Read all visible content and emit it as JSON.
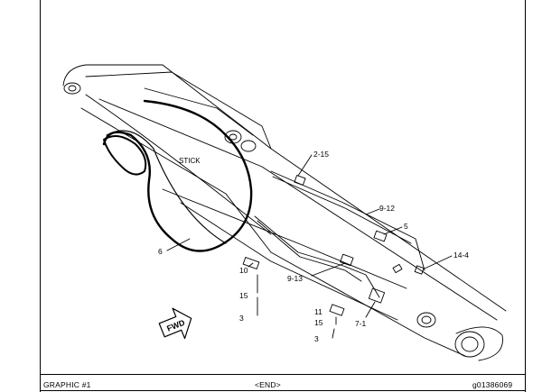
{
  "diagram": {
    "part_label": "STICK",
    "direction_label": "FWD",
    "callouts": [
      "2-15",
      "9-12",
      "5",
      "14-4",
      "6",
      "10",
      "15",
      "3",
      "9-13",
      "11",
      "15",
      "3",
      "7-1"
    ]
  },
  "footer": {
    "left": "GRAPHIC #1",
    "center": "<END>",
    "right": "g01386069"
  }
}
